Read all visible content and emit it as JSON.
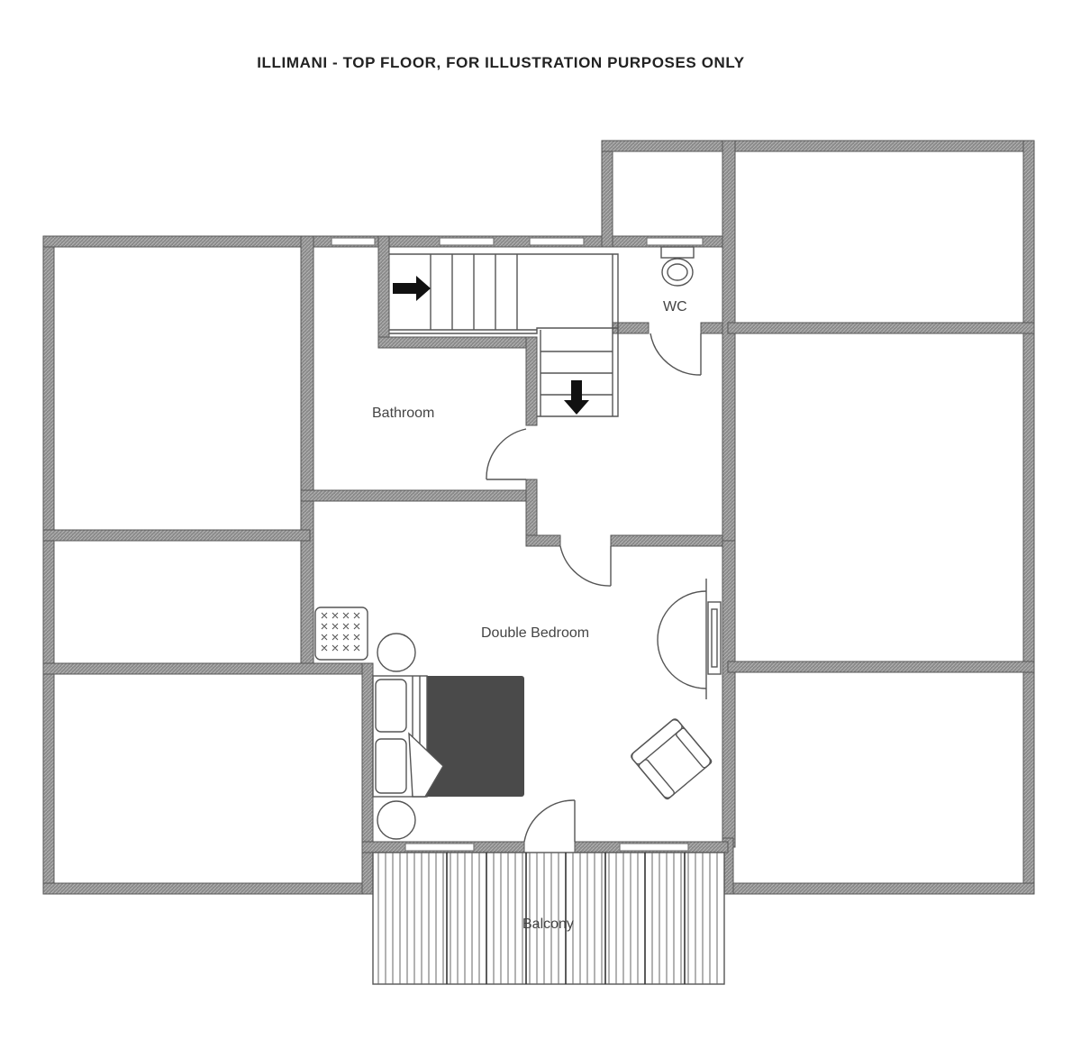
{
  "title": "ILLIMANI - TOP FLOOR, FOR ILLUSTRATION PURPOSES ONLY",
  "rooms": {
    "wc": "WC",
    "bathroom": "Bathroom",
    "double_bedroom": "Double Bedroom",
    "balcony": "Balcony"
  },
  "colors": {
    "wall": "#888888",
    "bed": "#4a4a4a"
  }
}
